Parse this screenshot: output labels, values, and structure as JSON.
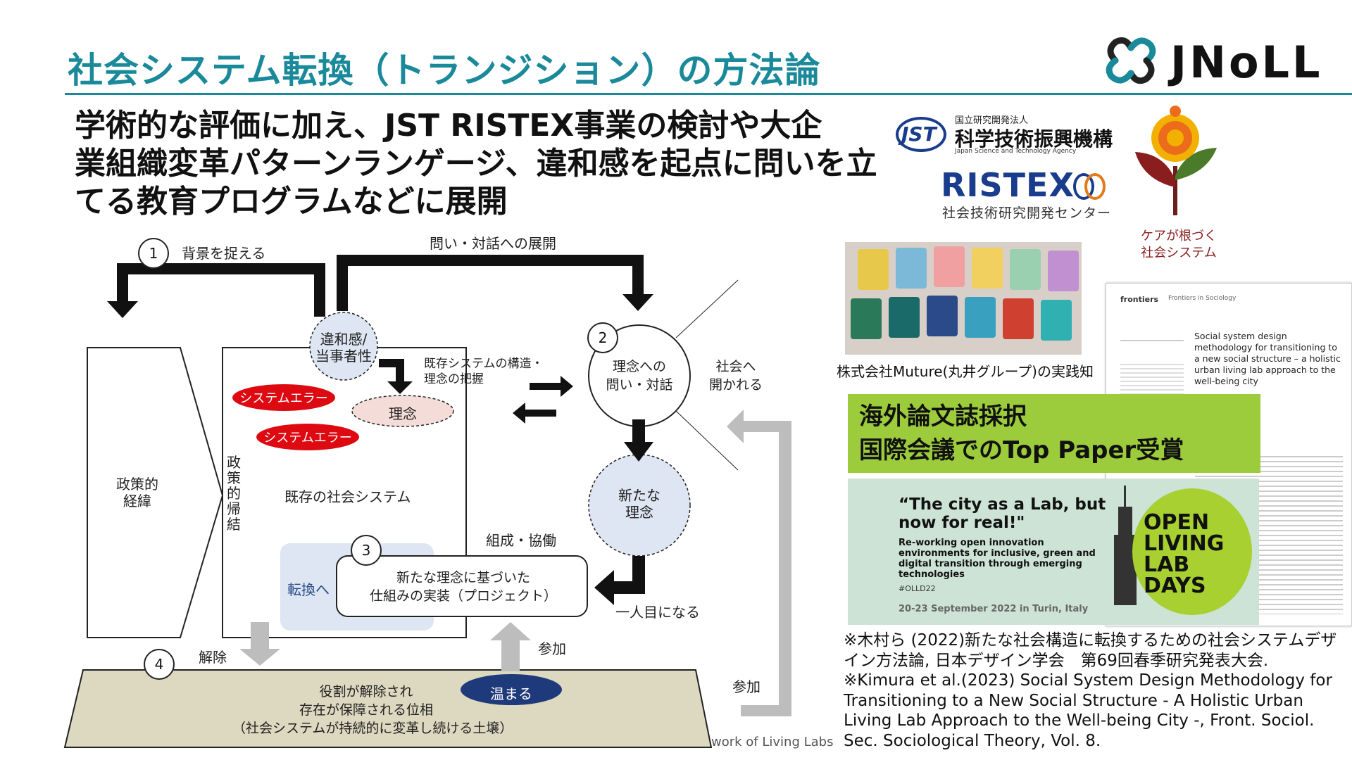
{
  "header": {
    "title": "社会システム転換（トランジション）の方法論",
    "logo_text": "JNoLL"
  },
  "subtitle": {
    "line1": "学術的な評価に加え、JST RISTEX事業の検討や大企",
    "line2": "業組織変革パターンランゲージ、違和感を起点に問いを立",
    "line3": "てる教育プログラムなどに展開"
  },
  "logos": {
    "jst_org": "国立研究開発法人",
    "jst_name": "科学技術振興機構",
    "jst_en": "Japan Science and Technology Agency",
    "ristex": "RISTEX",
    "ristex_sub": "社会技術研究開発センター",
    "care_line1": "ケアが根づく",
    "care_line2": "社会システム"
  },
  "diagram": {
    "step1_num": "1",
    "step1_label": "背景を捉える",
    "top_arrow_label": "問い・対話への展開",
    "iwakan": "違和感/\n当事者性",
    "kizon_structure": "既存システムの構造・\n理念の把握",
    "rinen_toi": "理念への\n問い・対話",
    "step2_num": "2",
    "shakai_hiraku": "社会へ\n開かれる",
    "error1": "システムエラー",
    "error2": "システムエラー",
    "rinen": "理念",
    "seisaku_keii": "政策的\n経緯",
    "seisaku_kiketsu": "政策的帰結",
    "kizon_shakai": "既存の社会システム",
    "aratana_rinen": "新たな\n理念",
    "sosei": "組成・協働",
    "step3_num": "3",
    "tenkan": "転換へ",
    "jissou": "新たな理念に基づいた\n仕組みの実装（プロジェクト）",
    "ichininmae": "一人目になる",
    "step4_num": "4",
    "kaijo": "解除",
    "sanka1": "参加",
    "sanka2": "参加",
    "atatamaru": "温まる",
    "dojou": "役割が解除され\n存在が保障される位相\n（社会システムが持続的に変革し続ける土壌）",
    "footer_partial": "work of Living Labs"
  },
  "right_panel": {
    "muture_caption": "株式会社Muture(丸井グループ)の実践知",
    "banner_line1": "海外論文誌採択",
    "banner_line2": "国際会議でのTop Paper受賞",
    "olld_quote": "“The city as a Lab, but now for real!\"",
    "olld_sub": "Re-working open innovation environments for inclusive, green and digital transition through emerging technologies",
    "olld_tag": "#OLLD22",
    "olld_date": "20-23 September 2022 in Turin, Italy",
    "olld_logo": "OPEN\nLIVING\nLAB\nDAYS",
    "paper_journal": "frontiers",
    "paper_section": "Frontiers in Sociology",
    "paper_title": "Social system design methodology for transitioning to a new social structure – a holistic urban living lab approach to the well-being city"
  },
  "references": {
    "ref1": "※木村ら (2022)新たな社会構造に転換するための社会システムデザイン方法論, 日本デザイン学会　第69回春季研究発表大会.",
    "ref2": "※Kimura et al.(2023) Social System Design Methodology for Transitioning to a New Social Structure - A Holistic Urban Living Lab Approach to the Well-being City -, Front. Sociol. Sec. Sociological Theory, Vol. 8."
  },
  "colors": {
    "accent": "#1a8a9a",
    "error_red": "#dd0a12",
    "banner_green": "#9ccc3c",
    "circle_blue": "#dde6f0",
    "navy": "#1f3a7a",
    "soil": "#ddd8c0"
  }
}
